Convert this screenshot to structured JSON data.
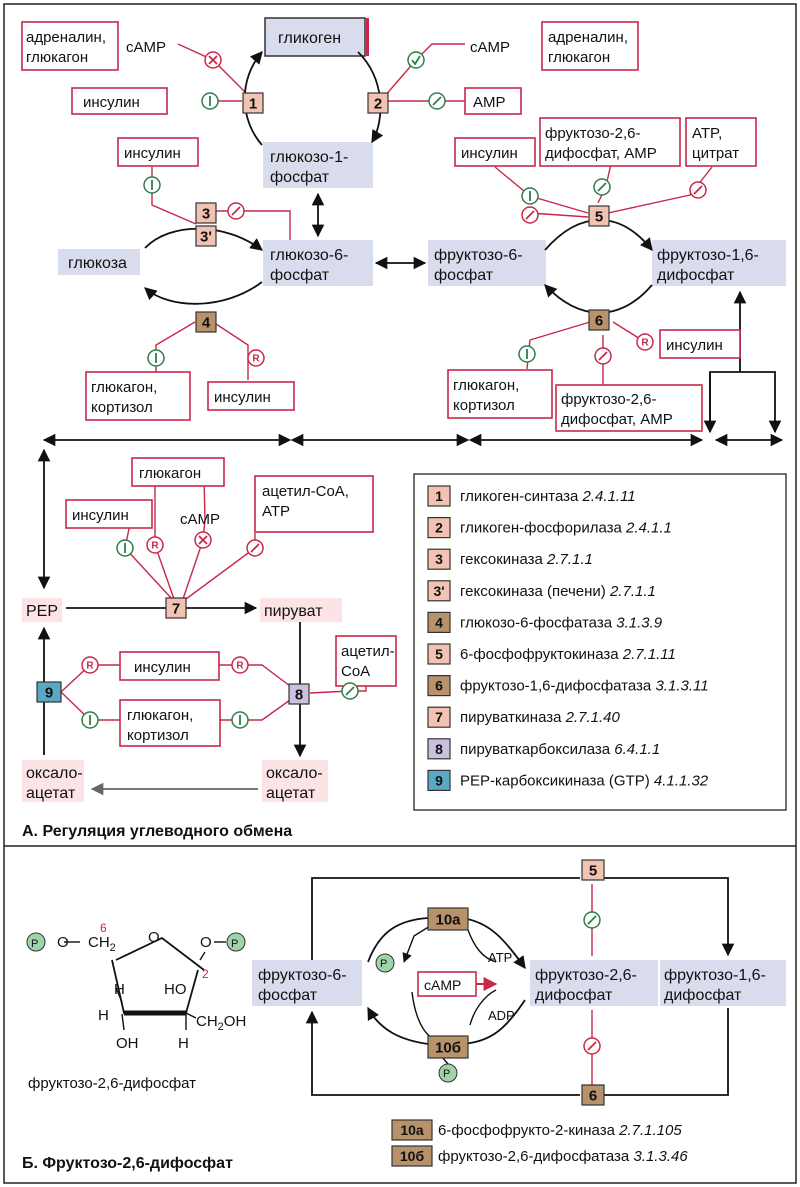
{
  "colors": {
    "accent": "#c8284a",
    "metabolite_bg": "#d9dcec",
    "pink_bg": "#fbe3e6",
    "activate_green": "#2e7d4a",
    "inhibit_red": "#c8284a",
    "enz_1_2_3_5_7": "#f2c2b2",
    "enz_4_6_10": "#b8926a",
    "enz_8": "#c9c1dd",
    "enz_9": "#5aa9c4",
    "phosphate": "#9fd3a8"
  },
  "section_a": {
    "title": "А. Регуляция  углеводного обмена",
    "metabolites": {
      "glycogen": "гликоген",
      "g1p_1": "глюкозо-1-",
      "g1p_2": "фосфат",
      "glucose": "глюкоза",
      "g6p_1": "глюкозо-6-",
      "g6p_2": "фосфат",
      "f6p_1": "фруктозо-6-",
      "f6p_2": "фосфат",
      "f16bp_1": "фруктозо-1,6-",
      "f16bp_2": "дифосфат",
      "pep": "PEP",
      "pyruvate": "пируват",
      "oaa_1": "оксало-",
      "oaa_2": "ацетат"
    },
    "effectors": {
      "adr_gluc_l1": "адреналин,",
      "adr_gluc_l2": "глюкагон",
      "camp": "cAMP",
      "amp": "AMP",
      "insulin": "инсулин",
      "glucagon": "глюкагон",
      "glucagon_cortisol_l1": "глюкагон,",
      "glucagon_cortisol_l2": "кортизол",
      "f26bp_amp_l1": "фруктозо-2,6-",
      "f26bp_amp_l2": "дифосфат, AMP",
      "atp_citrate_l1": "ATP,",
      "atp_citrate_l2": "цитрат",
      "acetylcoa_atp_l1": "ацетил-CoA,",
      "acetylcoa_atp_l2": "ATP",
      "acetylcoa_l1": "ацетил-",
      "acetylcoa_l2": "CoA"
    },
    "enzyme_numbers": [
      "1",
      "2",
      "3",
      "3'",
      "4",
      "5",
      "6",
      "7",
      "8",
      "9"
    ],
    "legend": [
      {
        "num": "1",
        "name": "гликоген-синтаза ",
        "ec": "2.4.1.11"
      },
      {
        "num": "2",
        "name": "гликоген-фосфорилаза ",
        "ec": "2.4.1.1"
      },
      {
        "num": "3",
        "name": "гексокиназа ",
        "ec": "2.7.1.1"
      },
      {
        "num": "3'",
        "name": "гексокиназа (печени) ",
        "ec": "2.7.1.1"
      },
      {
        "num": "4",
        "name": "глюкозо-6-фосфатаза ",
        "ec": "3.1.3.9"
      },
      {
        "num": "5",
        "name": "6-фосфофруктокиназа ",
        "ec": "2.7.1.11"
      },
      {
        "num": "6",
        "name": "фруктозо-1,6-дифосфатаза ",
        "ec": "3.1.3.11"
      },
      {
        "num": "7",
        "name": "пируваткиназа ",
        "ec": "2.7.1.40"
      },
      {
        "num": "8",
        "name": "пируваткарбоксилаза ",
        "ec": "6.4.1.1"
      },
      {
        "num": "9",
        "name": "PEP-карбоксикиназа (GTP) ",
        "ec": "4.1.1.32"
      }
    ]
  },
  "section_b": {
    "title": "Б. Фруктозо-2,6-дифосфат",
    "structure_caption": "фруктозо-2,6-дифосфат",
    "atoms": {
      "p": "P",
      "o": "O",
      "ch2": "CH",
      "sub2": "2",
      "ch2oh": "CH",
      "oh_tail": "OH",
      "h": "H",
      "ho": "HO",
      "oh": "OH",
      "c6": "6",
      "c2": "2"
    },
    "metabolites": {
      "f6p_1": "фруктозо-6-",
      "f6p_2": "фосфат",
      "f26bp_1": "фруктозо-2,6-",
      "f26bp_2": "дифосфат",
      "f16bp_1": "фруктозо-1,6-",
      "f16bp_2": "дифосфат"
    },
    "cofactors": {
      "atp": "ATP",
      "adp": "ADP",
      "camp": "cAMP"
    },
    "enzyme_numbers": [
      "5",
      "6",
      "10a",
      "10б"
    ],
    "legend": [
      {
        "num": "10a",
        "name": "6-фосфофрукто-2-киназа ",
        "ec": "2.7.1.105"
      },
      {
        "num": "10б",
        "name": "фруктозо-2,6-дифосфатаза ",
        "ec": "3.1.3.46"
      }
    ]
  }
}
